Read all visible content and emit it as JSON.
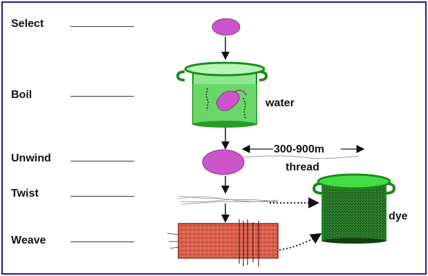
{
  "steps": [
    {
      "label": "Select"
    },
    {
      "label": "Boil"
    },
    {
      "label": "Unwind"
    },
    {
      "label": "Twist"
    },
    {
      "label": "Weave"
    }
  ],
  "annotations": {
    "water": "water",
    "length": "300-900m",
    "thread": "thread",
    "dye": "dye"
  },
  "colors": {
    "frame": "#1a1a8c",
    "cocoon": "#cc55cc",
    "pot_green": "#33cc33",
    "dye_dark": "#114411",
    "fabric": "#d84a3a"
  }
}
